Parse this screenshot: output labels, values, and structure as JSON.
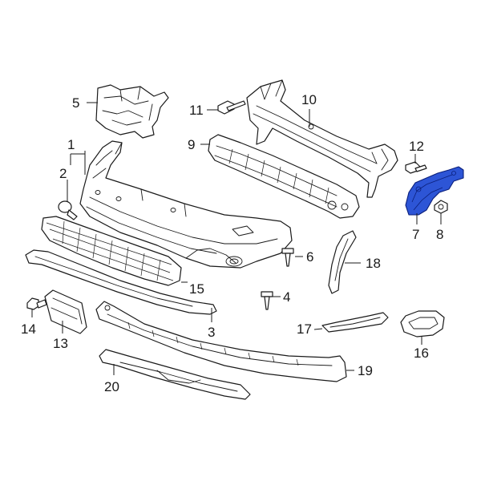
{
  "diagram": {
    "callouts": {
      "c1": "1",
      "c2": "2",
      "c3": "3",
      "c4": "4",
      "c5": "5",
      "c6": "6",
      "c7": "7",
      "c8": "8",
      "c9": "9",
      "c10": "10",
      "c11": "11",
      "c12": "12",
      "c13": "13",
      "c14": "14",
      "c15": "15",
      "c16": "16",
      "c17": "17",
      "c18": "18",
      "c19": "19",
      "c20": "20"
    },
    "highlight_color": "#2d55d6",
    "highlighted_part": "7"
  }
}
